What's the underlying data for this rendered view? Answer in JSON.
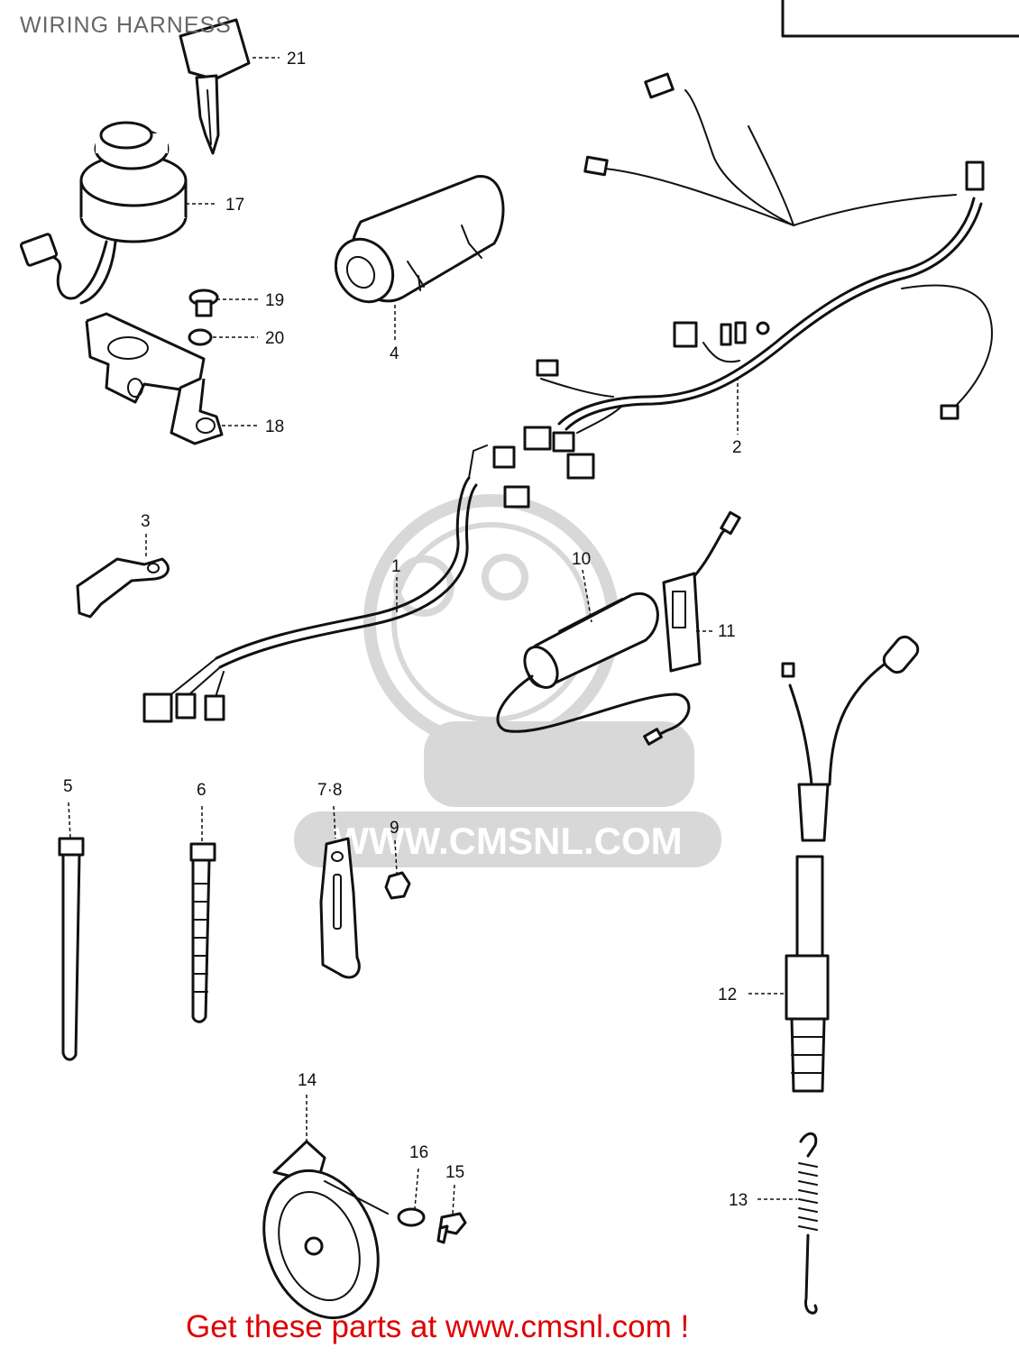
{
  "diagram": {
    "title": "WIRING HARNESS",
    "footer_text": "Get these parts at www.cmsnl.com !",
    "watermark": {
      "brand": "CMS",
      "url": "WWW.CMSNL.COM"
    },
    "callouts": [
      "21",
      "17",
      "19",
      "20",
      "18",
      "4",
      "2",
      "3",
      "1",
      "10",
      "11",
      "5",
      "6",
      "7·8",
      "9",
      "12",
      "14",
      "16",
      "15",
      "13"
    ],
    "colors": {
      "footer": "#e00000",
      "watermark": "#d4d4d4",
      "line": "#111111"
    }
  }
}
